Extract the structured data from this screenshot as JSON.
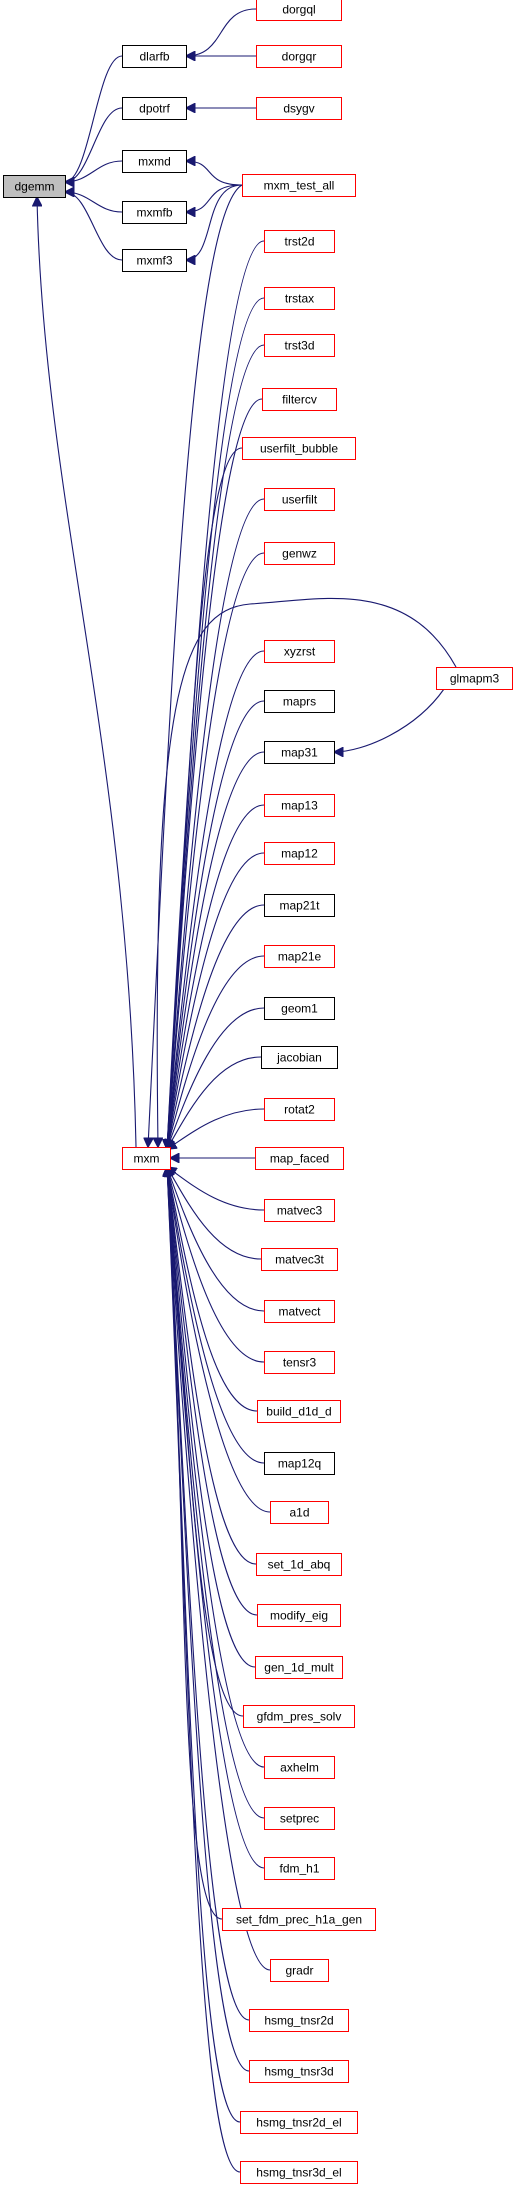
{
  "colors": {
    "edge": "#191970",
    "border_red": "#ff0000",
    "border_black": "#000000",
    "root_fill": "#bfbfbf",
    "node_fill": "#ffffff"
  },
  "nodes": [
    {
      "id": "dgemm",
      "label": "dgemm",
      "border": "black",
      "root": true
    },
    {
      "id": "dlarfb",
      "label": "dlarfb",
      "border": "black"
    },
    {
      "id": "dpotrf",
      "label": "dpotrf",
      "border": "black"
    },
    {
      "id": "mxmd",
      "label": "mxmd",
      "border": "black"
    },
    {
      "id": "mxmfb",
      "label": "mxmfb",
      "border": "black"
    },
    {
      "id": "mxmf3",
      "label": "mxmf3",
      "border": "black"
    },
    {
      "id": "mxm",
      "label": "mxm",
      "border": "red"
    },
    {
      "id": "dorgql",
      "label": "dorgql",
      "border": "red"
    },
    {
      "id": "dorgqr",
      "label": "dorgqr",
      "border": "red"
    },
    {
      "id": "dsygv",
      "label": "dsygv",
      "border": "red"
    },
    {
      "id": "mxm_test_all",
      "label": "mxm_test_all",
      "border": "red"
    },
    {
      "id": "glmapm3",
      "label": "glmapm3",
      "border": "red"
    },
    {
      "id": "trst2d",
      "label": "trst2d",
      "border": "red"
    },
    {
      "id": "trstax",
      "label": "trstax",
      "border": "red"
    },
    {
      "id": "trst3d",
      "label": "trst3d",
      "border": "red"
    },
    {
      "id": "filtercv",
      "label": "filtercv",
      "border": "red"
    },
    {
      "id": "userfilt_bubble",
      "label": "userfilt_bubble",
      "border": "red"
    },
    {
      "id": "userfilt",
      "label": "userfilt",
      "border": "red"
    },
    {
      "id": "genwz",
      "label": "genwz",
      "border": "red"
    },
    {
      "id": "xyzrst",
      "label": "xyzrst",
      "border": "red"
    },
    {
      "id": "maprs",
      "label": "maprs",
      "border": "black"
    },
    {
      "id": "map31",
      "label": "map31",
      "border": "black"
    },
    {
      "id": "map13",
      "label": "map13",
      "border": "red"
    },
    {
      "id": "map12",
      "label": "map12",
      "border": "red"
    },
    {
      "id": "map21t",
      "label": "map21t",
      "border": "black"
    },
    {
      "id": "map21e",
      "label": "map21e",
      "border": "red"
    },
    {
      "id": "geom1",
      "label": "geom1",
      "border": "black"
    },
    {
      "id": "jacobian",
      "label": "jacobian",
      "border": "black"
    },
    {
      "id": "rotat2",
      "label": "rotat2",
      "border": "red"
    },
    {
      "id": "map_faced",
      "label": "map_faced",
      "border": "red"
    },
    {
      "id": "matvec3",
      "label": "matvec3",
      "border": "red"
    },
    {
      "id": "matvec3t",
      "label": "matvec3t",
      "border": "red"
    },
    {
      "id": "matvect",
      "label": "matvect",
      "border": "red"
    },
    {
      "id": "tensr3",
      "label": "tensr3",
      "border": "red"
    },
    {
      "id": "build_d1d_d",
      "label": "build_d1d_d",
      "border": "red"
    },
    {
      "id": "map12q",
      "label": "map12q",
      "border": "black"
    },
    {
      "id": "a1d",
      "label": "a1d",
      "border": "red"
    },
    {
      "id": "set_1d_abq",
      "label": "set_1d_abq",
      "border": "red"
    },
    {
      "id": "modify_eig",
      "label": "modify_eig",
      "border": "red"
    },
    {
      "id": "gen_1d_mult",
      "label": "gen_1d_mult",
      "border": "red"
    },
    {
      "id": "gfdm_pres_solv",
      "label": "gfdm_pres_solv",
      "border": "red"
    },
    {
      "id": "axhelm",
      "label": "axhelm",
      "border": "red"
    },
    {
      "id": "setprec",
      "label": "setprec",
      "border": "red"
    },
    {
      "id": "fdm_h1",
      "label": "fdm_h1",
      "border": "red"
    },
    {
      "id": "set_fdm_prec_h1a_gen",
      "label": "set_fdm_prec_h1a_gen",
      "border": "red"
    },
    {
      "id": "gradr",
      "label": "gradr",
      "border": "red"
    },
    {
      "id": "hsmg_tnsr2d",
      "label": "hsmg_tnsr2d",
      "border": "red"
    },
    {
      "id": "hsmg_tnsr3d",
      "label": "hsmg_tnsr3d",
      "border": "red"
    },
    {
      "id": "hsmg_tnsr2d_el",
      "label": "hsmg_tnsr2d_el",
      "border": "red"
    },
    {
      "id": "hsmg_tnsr3d_el",
      "label": "hsmg_tnsr3d_el",
      "border": "red"
    }
  ],
  "edges": [
    [
      "dlarfb",
      "dgemm"
    ],
    [
      "dpotrf",
      "dgemm"
    ],
    [
      "mxmd",
      "dgemm"
    ],
    [
      "mxmfb",
      "dgemm"
    ],
    [
      "mxmf3",
      "dgemm"
    ],
    [
      "mxm",
      "dgemm"
    ],
    [
      "dorgql",
      "dlarfb"
    ],
    [
      "dorgqr",
      "dlarfb"
    ],
    [
      "dsygv",
      "dpotrf"
    ],
    [
      "mxm_test_all",
      "mxmd"
    ],
    [
      "mxm_test_all",
      "mxmfb"
    ],
    [
      "mxm_test_all",
      "mxmf3"
    ],
    [
      "mxm_test_all",
      "mxm"
    ],
    [
      "glmapm3",
      "map31"
    ],
    [
      "glmapm3",
      "mxm"
    ],
    [
      "trst2d",
      "mxm"
    ],
    [
      "trstax",
      "mxm"
    ],
    [
      "trst3d",
      "mxm"
    ],
    [
      "filtercv",
      "mxm"
    ],
    [
      "userfilt_bubble",
      "mxm"
    ],
    [
      "userfilt",
      "mxm"
    ],
    [
      "genwz",
      "mxm"
    ],
    [
      "xyzrst",
      "mxm"
    ],
    [
      "maprs",
      "mxm"
    ],
    [
      "map31",
      "mxm"
    ],
    [
      "map13",
      "mxm"
    ],
    [
      "map12",
      "mxm"
    ],
    [
      "map21t",
      "mxm"
    ],
    [
      "map21e",
      "mxm"
    ],
    [
      "geom1",
      "mxm"
    ],
    [
      "jacobian",
      "mxm"
    ],
    [
      "rotat2",
      "mxm"
    ],
    [
      "map_faced",
      "mxm"
    ],
    [
      "matvec3",
      "mxm"
    ],
    [
      "matvec3t",
      "mxm"
    ],
    [
      "matvect",
      "mxm"
    ],
    [
      "tensr3",
      "mxm"
    ],
    [
      "build_d1d_d",
      "mxm"
    ],
    [
      "map12q",
      "mxm"
    ],
    [
      "a1d",
      "mxm"
    ],
    [
      "set_1d_abq",
      "mxm"
    ],
    [
      "modify_eig",
      "mxm"
    ],
    [
      "gen_1d_mult",
      "mxm"
    ],
    [
      "gfdm_pres_solv",
      "mxm"
    ],
    [
      "axhelm",
      "mxm"
    ],
    [
      "setprec",
      "mxm"
    ],
    [
      "fdm_h1",
      "mxm"
    ],
    [
      "set_fdm_prec_h1a_gen",
      "mxm"
    ],
    [
      "gradr",
      "mxm"
    ],
    [
      "hsmg_tnsr2d",
      "mxm"
    ],
    [
      "hsmg_tnsr3d",
      "mxm"
    ],
    [
      "hsmg_tnsr2d_el",
      "mxm"
    ],
    [
      "hsmg_tnsr3d_el",
      "mxm"
    ]
  ]
}
